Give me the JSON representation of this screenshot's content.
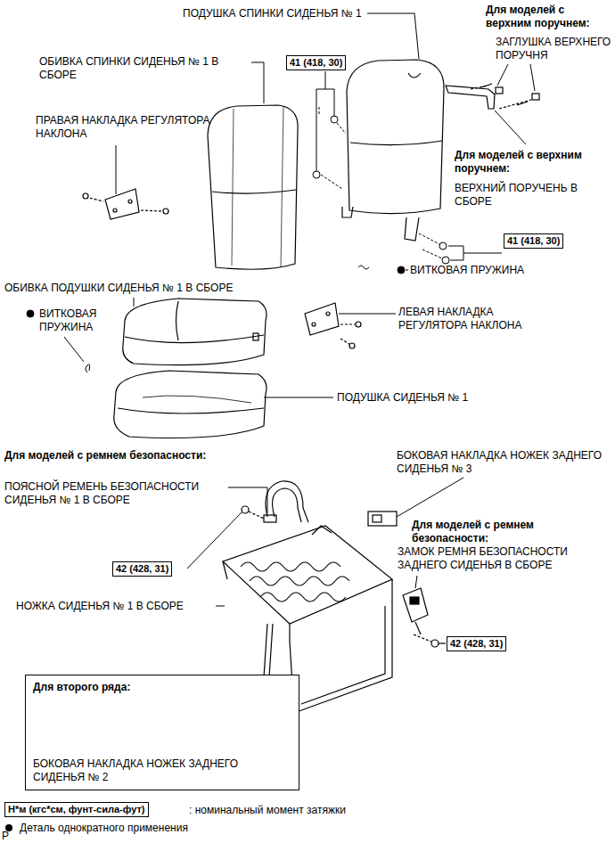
{
  "diagram": {
    "nodes": [
      {
        "text": [
          "41 (418, 30)"
        ]
      },
      {
        "text": [
          "41 (418, 30)"
        ]
      },
      {
        "text": [
          "42 (428, 31)"
        ]
      },
      {
        "text": [
          "42 (428, 31)"
        ]
      },
      {
        "text": [
          "Для второго ряда:",
          "БОКОВАЯ НАКЛАДКА НОЖЕК ЗАДНЕГО СИДЕНЬЯ № 2"
        ]
      },
      {
        "text": [
          "Н*м (кгс*см, фунт-сила-фут)"
        ]
      }
    ],
    "labels": [
      "ПОДУШКА СПИНКИ СИДЕНЬЯ № 1",
      "Для моделей с верхним поручнем:",
      "ЗАГЛУШКА ВЕРХНЕГО ПОРУЧНЯ",
      "ОБИВКА СПИНКИ СИДЕНЬЯ № 1 В СБОРЕ",
      "ПРАВАЯ НАКЛАДКА РЕГУЛЯТОРА НАКЛОНА",
      "Для моделей с верхним поручнем:",
      "ВЕРХНИЙ ПОРУЧЕНЬ В СБОРЕ",
      "ВИТКОВАЯ ПРУЖИНА",
      "ОБИВКА ПОДУШКИ СИДЕНЬЯ № 1 В СБОРЕ",
      "ВИТКОВАЯ ПРУЖИНА",
      "ЛЕВАЯ НАКЛАДКА РЕГУЛЯТОРА НАКЛОНА",
      "ПОДУШКА СИДЕНЬЯ № 1",
      "Для моделей с ремнем безопасности:",
      "ПОЯСНОЙ РЕМЕНЬ БЕЗОПАСНОСТИ СИДЕНЬЯ № 1 В СБОРЕ",
      "БОКОВАЯ НАКЛАДКА НОЖЕК ЗАДНЕГО СИДЕНЬЯ № 3",
      "Для моделей с ремнем безопасности:",
      "ЗАМОК РЕМНЯ БЕЗОПАСНОСТИ ЗАДНЕГО СИДЕНЬЯ В СБОРЕ",
      "НОЖКА СИДЕНЬЯ № 1 В СБОРЕ",
      "P"
    ],
    "legend": [
      {
        "text": ": номинальный момент затяжки"
      },
      {
        "text": "Деталь однократного применения"
      }
    ]
  }
}
